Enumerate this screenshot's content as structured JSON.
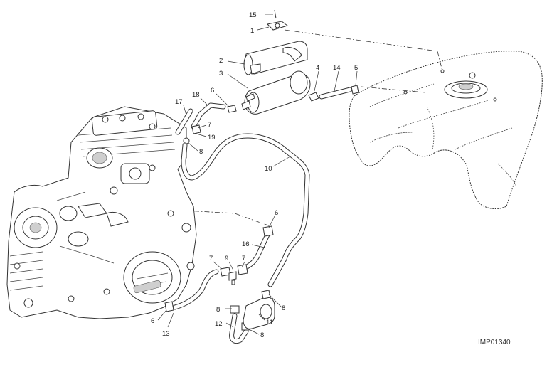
{
  "diagram": {
    "reference_code": "IMP01340",
    "callouts": [
      {
        "id": "15",
        "label": "15"
      },
      {
        "id": "1",
        "label": "1"
      },
      {
        "id": "2",
        "label": "2"
      },
      {
        "id": "3",
        "label": "3"
      },
      {
        "id": "4",
        "label": "4"
      },
      {
        "id": "14",
        "label": "14"
      },
      {
        "id": "5",
        "label": "5"
      },
      {
        "id": "6a",
        "label": "6"
      },
      {
        "id": "18",
        "label": "18"
      },
      {
        "id": "17",
        "label": "17"
      },
      {
        "id": "7a",
        "label": "7"
      },
      {
        "id": "19",
        "label": "19"
      },
      {
        "id": "8a",
        "label": "8"
      },
      {
        "id": "10",
        "label": "10"
      },
      {
        "id": "6b",
        "label": "6"
      },
      {
        "id": "16",
        "label": "16"
      },
      {
        "id": "7b",
        "label": "7"
      },
      {
        "id": "9",
        "label": "9"
      },
      {
        "id": "7c",
        "label": "7"
      },
      {
        "id": "8b",
        "label": "8"
      },
      {
        "id": "8c",
        "label": "8"
      },
      {
        "id": "11",
        "label": "11"
      },
      {
        "id": "12",
        "label": "12"
      },
      {
        "id": "8d",
        "label": "8"
      },
      {
        "id": "6c",
        "label": "6"
      },
      {
        "id": "13",
        "label": "13"
      }
    ]
  }
}
